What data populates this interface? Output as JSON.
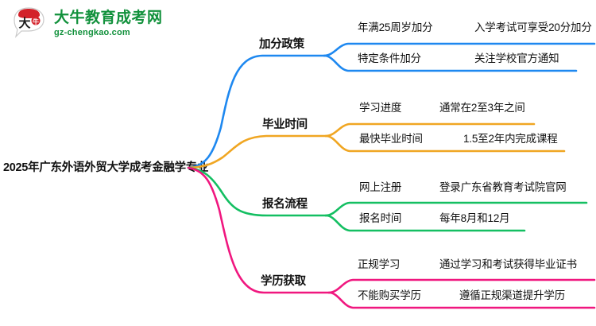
{
  "logo": {
    "mark_name": "daniu-bull-logo-icon",
    "title": "大牛教育成考网",
    "subtitle": "gz-chengkao.com",
    "brand_color": "#12913c",
    "mark_red": "#d3222a"
  },
  "mindmap": {
    "root": {
      "label": "2025年广东外语外贸大学成考金融学专业"
    },
    "branches": [
      {
        "label": "加分政策",
        "color": "#1e88f0",
        "children": [
          {
            "label": "年满25周岁加分",
            "detail": "入学考试可享受20分加分"
          },
          {
            "label": "特定条件加分",
            "detail": "关注学校官方通知"
          }
        ]
      },
      {
        "label": "毕业时间",
        "color": "#f0a622",
        "children": [
          {
            "label": "学习进度",
            "detail": "通常在2至3年之间"
          },
          {
            "label": "最快毕业时间",
            "detail": "1.5至2年内完成课程"
          }
        ]
      },
      {
        "label": "报名流程",
        "color": "#14bf62",
        "children": [
          {
            "label": "网上注册",
            "detail": "登录广东省教育考试院官网"
          },
          {
            "label": "报名时间",
            "detail": "每年8月和12月"
          }
        ]
      },
      {
        "label": "学历获取",
        "color": "#f0177f",
        "children": [
          {
            "label": "正规学习",
            "detail": "通过学习和考试获得毕业证书"
          },
          {
            "label": "不能购买学历",
            "detail": "遵循正规渠道提升学历"
          }
        ]
      }
    ]
  }
}
